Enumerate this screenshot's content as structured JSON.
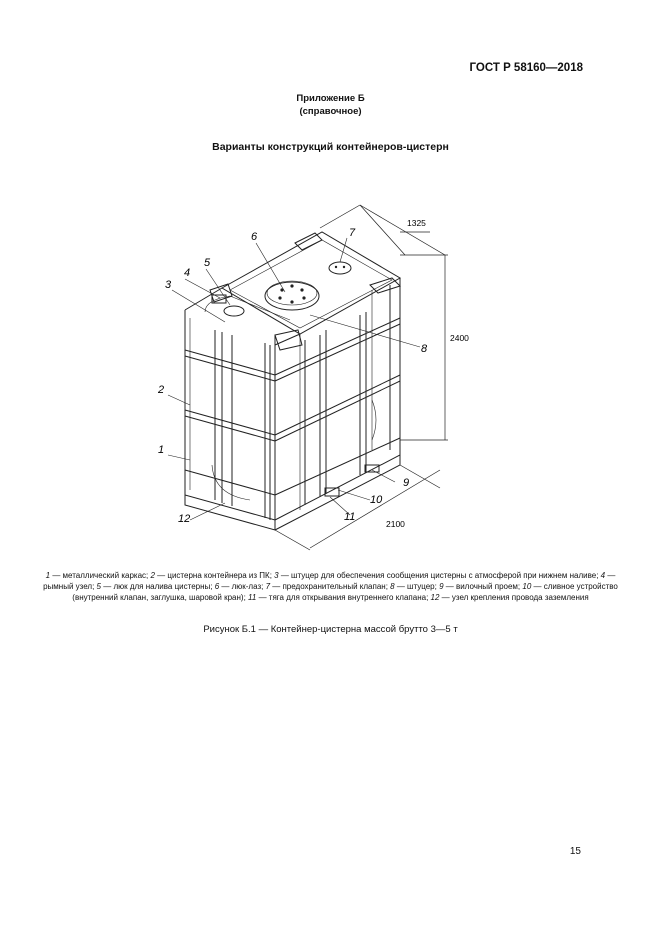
{
  "header": {
    "doc_code": "ГОСТ Р 58160—2018"
  },
  "appendix": {
    "title": "Приложение Б",
    "subtitle": "(справочное)"
  },
  "section": {
    "title": "Варианты конструкций контейнеров-цистерн"
  },
  "figure": {
    "dims": {
      "width_top": "1325",
      "height": "2400",
      "length": "2100"
    },
    "callouts": [
      "1",
      "2",
      "3",
      "4",
      "5",
      "6",
      "7",
      "8",
      "9",
      "10",
      "11",
      "12"
    ]
  },
  "legend": [
    {
      "n": "1",
      "t": " — металлический каркас; "
    },
    {
      "n": "2",
      "t": " — цистерна контейнера из ПК; "
    },
    {
      "n": "3",
      "t": " — штуцер для обеспечения сообщения цистерны с атмосферой при нижнем наливе; "
    },
    {
      "n": "4",
      "t": " — рымный узел; "
    },
    {
      "n": "5",
      "t": " — люк для налива цистерны; "
    },
    {
      "n": "6",
      "t": " — люк-лаз; "
    },
    {
      "n": "7",
      "t": " — предохранительный клапан; "
    },
    {
      "n": "8",
      "t": " — штуцер; "
    },
    {
      "n": "9",
      "t": " — вилочный проем; "
    },
    {
      "n": "10",
      "t": " — сливное устройство (внутренний клапан, заглушка, шаровой кран); "
    },
    {
      "n": "11",
      "t": " — тяга для открывания внутреннего клапана; "
    },
    {
      "n": "12",
      "t": " — узел крепления провода заземления"
    }
  ],
  "caption": "Рисунок Б.1 — Контейнер-цистерна массой брутто 3—5 т",
  "page_number": "15"
}
